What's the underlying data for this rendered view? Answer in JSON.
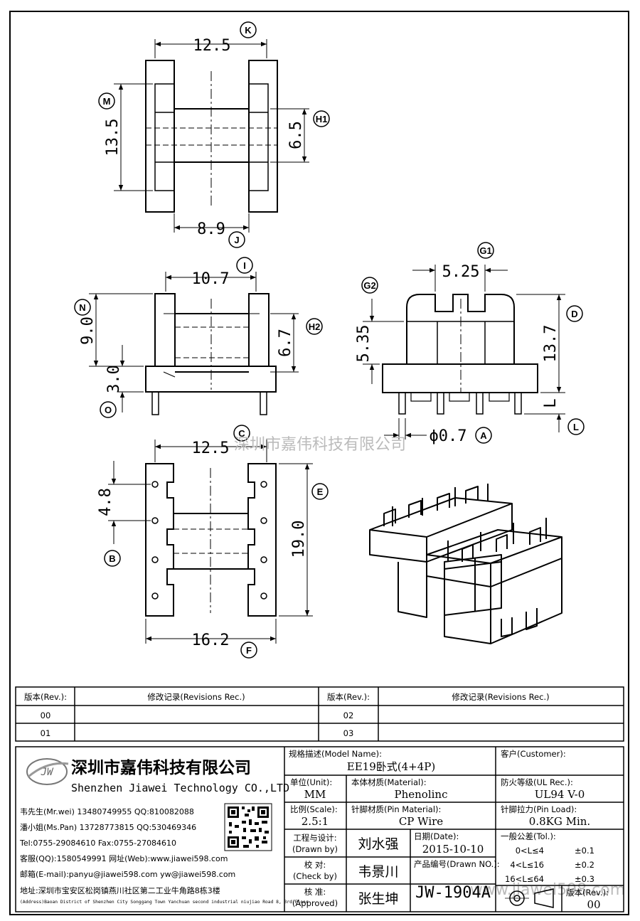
{
  "views": {
    "top": {
      "dims": {
        "width": "12.5",
        "height": "13.5",
        "inner": "8.9",
        "slot": "6.5"
      },
      "bubbles": {
        "k": "K",
        "m": "M",
        "j": "J",
        "h1": "H1"
      }
    },
    "side": {
      "dims": {
        "width": "10.7",
        "upper": "9.0",
        "lower": "3.0",
        "slot": "6.7"
      },
      "bubbles": {
        "i": "I",
        "n": "N",
        "o": "O",
        "h2": "H2"
      }
    },
    "front": {
      "dims": {
        "gap": "5.25",
        "upper": "5.35",
        "height": "13.7",
        "pin_len": "L",
        "pin_dia": "ϕ0.7"
      },
      "bubbles": {
        "g1": "G1",
        "g2": "G2",
        "d": "D",
        "l": "L",
        "a": "A"
      }
    },
    "bottom": {
      "dims": {
        "width": "12.5",
        "pitch": "4.8",
        "length": "19.0",
        "overall": "16.2"
      },
      "bubbles": {
        "c": "C",
        "b": "B",
        "e": "E",
        "f": "F"
      }
    }
  },
  "watermarks": [
    "深圳市嘉伟科技有限公司",
    "www.jiawei598.com"
  ],
  "revisions": {
    "headers": {
      "rev": "版本(Rev.):",
      "rec": "修改记录(Revisions Rec.)"
    },
    "rows": [
      {
        "rev_left": "00",
        "rev_right": "02"
      },
      {
        "rev_left": "01",
        "rev_right": "03"
      }
    ]
  },
  "company": {
    "logo": "JW",
    "name_cn": "深圳市嘉伟科技有限公司",
    "name_en": "Shenzhen Jiawei Technology CO.,LTD",
    "contacts": [
      "韦先生(Mr.wei) 13480749955 QQ:810082088",
      "潘小姐(Ms.Pan) 13728773815 QQ:530469346",
      "Tel:0755-29084610      Fax:0755-27084610",
      "客服(QQ):1580549991  网址(Web):www.jiawei598.com",
      "邮箱(E-mail):panyu@jiawei598.com  yw@jiawei598.com"
    ],
    "address_cn": "地址:深圳市宝安区松岗镇燕川社区第二工业牛角路8栋3楼",
    "address_en": "(Address)Baoan District of Shenzhen City Songgang Town Yanchuan  second industrial niujiao Road 8, 3rd Floor"
  },
  "title_block": {
    "model_label": "规格描述(Model Name):",
    "model_value": "EE19卧式(4+4P)",
    "customer_label": "客户(Customer):",
    "customer_value": "",
    "unit_label": "单位(Unit):",
    "unit_value": "MM",
    "material_label": "本体材质(Material):",
    "material_value": "Phenolinc",
    "ul_label": "防火等级(UL Rec.):",
    "ul_value": "UL94 V-0",
    "scale_label": "比例(Scale):",
    "scale_value": "2.5:1",
    "pin_material_label": "针脚材质(Pin Material):",
    "pin_material_value": "CP Wire",
    "pin_load_label": "针脚拉力(Pin Load):",
    "pin_load_value": "0.8KG Min.",
    "drawn_label_cn": "工程与设计:",
    "drawn_label_en": "(Drawn by)",
    "drawn_value": "刘水强",
    "check_label_cn": "校  对:",
    "check_label_en": "(Check by)",
    "check_value": "韦景川",
    "approved_label_cn": "核  准:",
    "approved_label_en": "(Approved)",
    "approved_value": "张生坤",
    "date_label": "日期(Date):",
    "date_value": "2015-10-10",
    "drawn_no_label": "产品编号(Drawn NO.):",
    "drawn_no_value": "JW-1904A",
    "tol_label": "一般公差(Tol.):",
    "tol_rows": [
      {
        "range": "0<L≤4",
        "value": "±0.1"
      },
      {
        "range": "4<L≤16",
        "value": "±0.2"
      },
      {
        "range": "16<L≤64",
        "value": "±0.3"
      }
    ],
    "rev_label": "版本(Rev.):",
    "rev_value": "00"
  }
}
